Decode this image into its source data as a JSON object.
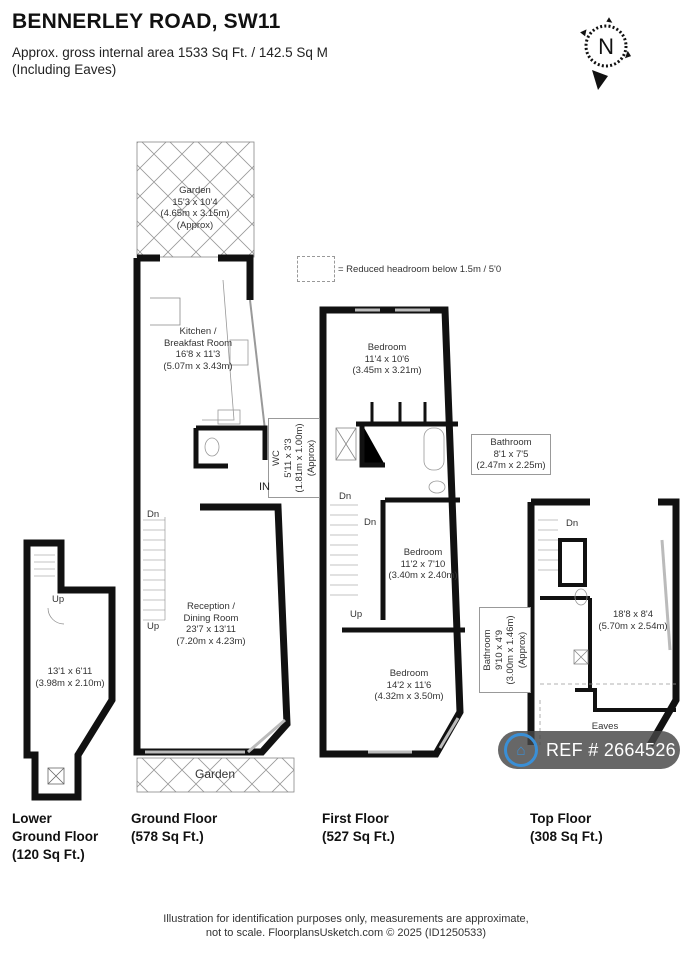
{
  "header": {
    "title": "BENNERLEY ROAD, SW11",
    "area_line": "Approx. gross internal area 1533 Sq Ft. / 142.5 Sq M",
    "area_note": "(Including Eaves)"
  },
  "compass": {
    "label": "N",
    "icon": "compass-north-icon"
  },
  "legend": {
    "text": "= Reduced headroom below 1.5m / 5'0"
  },
  "floors": [
    {
      "name_line1": "Lower",
      "name_line2": "Ground Floor",
      "area": "(120 Sq Ft.)",
      "rooms": [
        {
          "name": "",
          "imperial": "13'1 x 6'11",
          "metric": "(3.98m x 2.10m)"
        }
      ],
      "stair_label": "Up"
    },
    {
      "name": "Ground Floor",
      "area": "(578 Sq Ft.)",
      "rooms": [
        {
          "name": "Garden",
          "imperial": "15'3 x 10'4",
          "metric": "(4.65m x 3.15m)",
          "note": "(Approx)"
        },
        {
          "name_line1": "Kitchen /",
          "name_line2": "Breakfast Room",
          "imperial": "16'8 x 11'3",
          "metric": "(5.07m x 3.43m)"
        },
        {
          "name": "WC",
          "imperial": "5'11 x 3'3",
          "metric": "(1.81m x 1.00m)",
          "note": "(Approx)"
        },
        {
          "name_line1": "Reception /",
          "name_line2": "Dining Room",
          "imperial": "23'7 x 13'11",
          "metric": "(7.20m x 4.23m)"
        },
        {
          "name": "Garden"
        }
      ],
      "entrance_label": "IN",
      "stair_dn": "Dn",
      "stair_up": "Up"
    },
    {
      "name": "First Floor",
      "area": "(527 Sq Ft.)",
      "rooms": [
        {
          "name": "Bedroom",
          "imperial": "11'4 x 10'6",
          "metric": "(3.45m x 3.21m)"
        },
        {
          "name": "Bathroom",
          "imperial": "8'1 x 7'5",
          "metric": "(2.47m x 2.25m)"
        },
        {
          "name": "Bedroom",
          "imperial": "11'2 x 7'10",
          "metric": "(3.40m x 2.40m)"
        },
        {
          "name": "Bedroom",
          "imperial": "14'2 x 11'6",
          "metric": "(4.32m x 3.50m)"
        }
      ],
      "stair_dn": "Dn",
      "stair_dn2": "Dn",
      "stair_up": "Up"
    },
    {
      "name": "Top Floor",
      "area": "(308 Sq Ft.)",
      "rooms": [
        {
          "name": "Bathroom",
          "imperial": "9'10 x 4'9",
          "metric": "(3.00m x 1.46m)",
          "note": "(Approx)"
        },
        {
          "name": "",
          "imperial": "18'8 x 8'4",
          "metric": "(5.70m x 2.54m)"
        },
        {
          "name": "Eaves"
        }
      ],
      "stair_dn": "Dn"
    }
  ],
  "watermark": {
    "text": "REF # 2664526",
    "icon": "home-icon"
  },
  "footer": {
    "line1": "Illustration for identification purposes only, measurements are approximate,",
    "line2": "not to scale. FloorplansUsketch.com © 2025 (ID1250533)"
  }
}
